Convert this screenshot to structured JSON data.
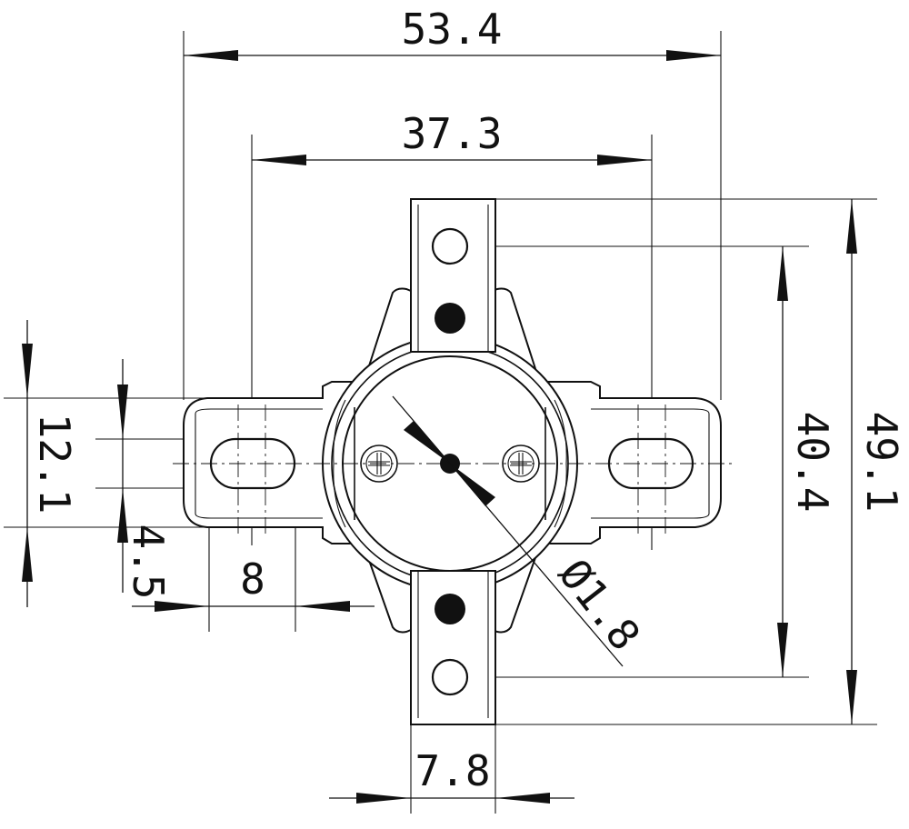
{
  "dimensions": {
    "overall_width": "53.4",
    "slot_center_distance": "37.3",
    "overall_height": "49.1",
    "hole_center_distance": "40.4",
    "flange_height": "12.1",
    "slot_width": "4.5",
    "slot_length": "8",
    "terminal_width": "7.8",
    "cap_diameter": "Ø1.8"
  },
  "colors": {
    "line": "#111111",
    "background": "#ffffff"
  }
}
